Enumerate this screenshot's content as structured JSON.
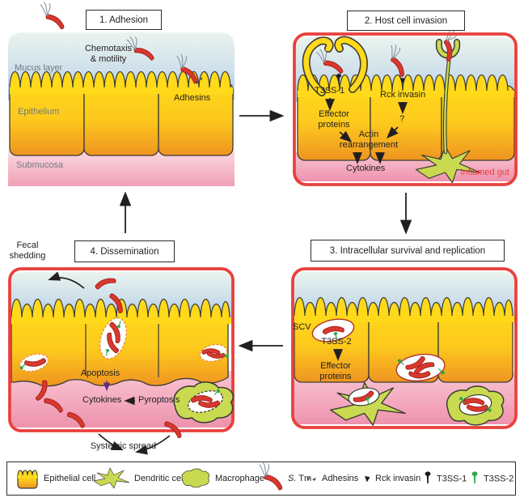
{
  "panels": {
    "p1": {
      "title": "1. Adhesion",
      "labels": {
        "chemotaxis_l1": "Chemotaxis",
        "chemotaxis_l2": "& motility",
        "mucus": "Mucus layer",
        "epithelium": "Epithelium",
        "adhesins": "Adhesins",
        "submucosa": "Submucosa"
      }
    },
    "p2": {
      "title": "2. Host cell invasion",
      "labels": {
        "t3ss1": "T3SS-1",
        "effector_l1": "Effector",
        "effector_l2": "proteins",
        "rck": "Rck invasin",
        "question": "?",
        "actin_l1": "Actin",
        "actin_l2": "rearrangement",
        "cytokines": "Cytokines",
        "inflamed": "Inflamed gut"
      }
    },
    "p3": {
      "title": "3. Intracellular survival and replication",
      "labels": {
        "scv": "SCV",
        "t3ss2": "T3SS-2",
        "effector_l1": "Effector",
        "effector_l2": "proteins"
      }
    },
    "p4": {
      "title": "4. Dissemination",
      "labels": {
        "fecal_l1": "Fecal",
        "fecal_l2": "shedding",
        "apoptosis": "Apoptosis",
        "cytokines": "Cytokines",
        "pyroptosis": "Pyroptosis",
        "systemic": "Systemic spread"
      }
    }
  },
  "legend": {
    "items": [
      {
        "icon": "epithelial-cell-icon",
        "label": "Epithelial cell"
      },
      {
        "icon": "dendritic-cell-icon",
        "label": "Dendritic cell"
      },
      {
        "icon": "macrophage-icon",
        "label": "Macrophage"
      },
      {
        "icon": "s-tm-bacterium-icon",
        "label_italic": "S.",
        "label_rest": " Tm"
      },
      {
        "icon": "adhesins-icon",
        "label": "Adhesins"
      },
      {
        "icon": "rck-invasin-icon",
        "label": "Rck invasin"
      },
      {
        "icon": "t3ss-1-pin-icon",
        "label": "T3SS-1"
      },
      {
        "icon": "t3ss-2-pin-icon",
        "label": "T3SS-2"
      }
    ]
  },
  "colors": {
    "epithelium_top": "#ffd91a",
    "epithelium_bottom": "#ef9421",
    "mucus_top": "#eaf4ef",
    "mucus_bottom": "#a5c5e8",
    "submucosa_top": "#fbd9e1",
    "submucosa_bottom": "#f1a0b6",
    "inflamed_border": "#e8413c",
    "bacterium_red": "#d8382f",
    "immune_cell_green": "#c9da50",
    "t3ss1_black": "#1a1a1a",
    "t3ss2_green": "#2aa84e"
  }
}
